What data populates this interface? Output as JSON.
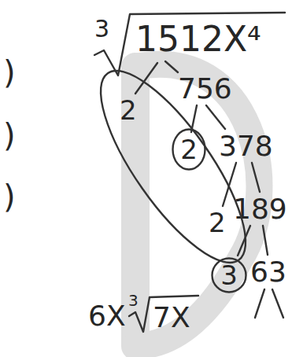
{
  "diagram": {
    "nodes": [
      {
        "text": [
          "2",
          "2"
        ]
      },
      {
        "text": [
          "2"
        ],
        "in": 0
      },
      {
        "text": [
          "3"
        ]
      }
    ],
    "labels": [
      "3",
      "1512X⁴",
      "756",
      "378",
      "189",
      "63",
      ")",
      ")",
      ")",
      "6X",
      "3",
      "7X"
    ]
  }
}
